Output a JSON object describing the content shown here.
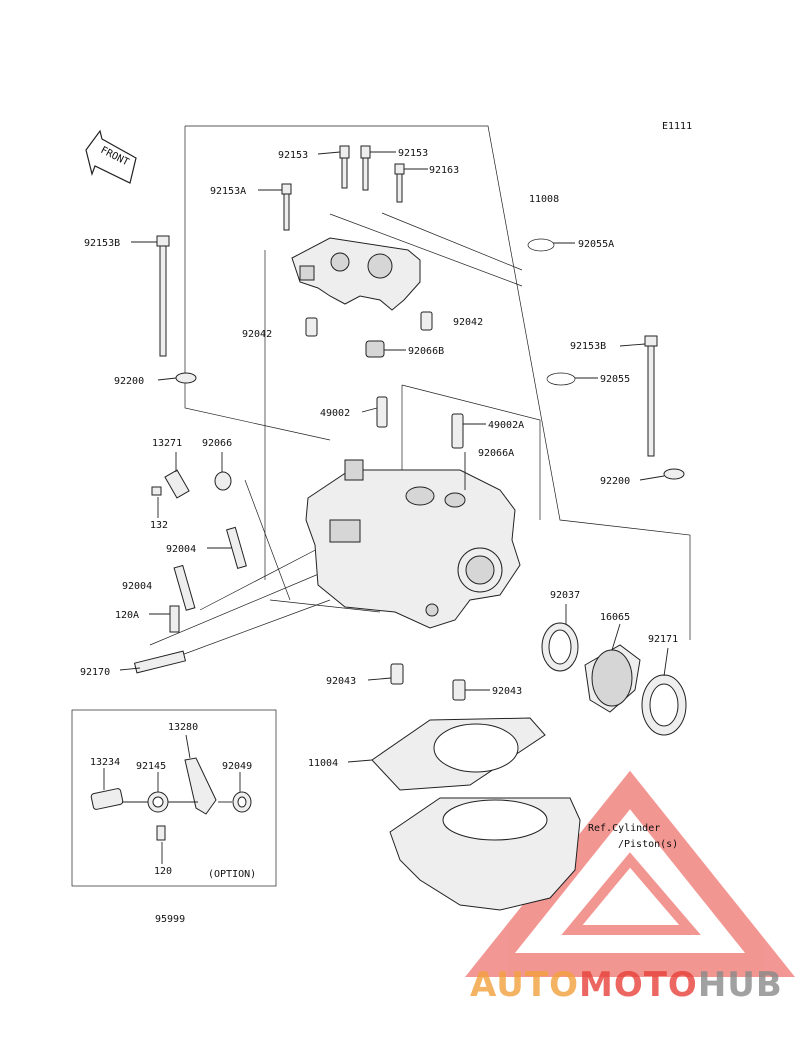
{
  "diagram": {
    "code": "E1111",
    "front_label": "FRONT",
    "option_label": "(OPTION)",
    "ref_line1": "Ref.Cylinder",
    "ref_line2": "/Piston(s)",
    "footer_code": "95999",
    "part_labels": {
      "p92153_l": "92153",
      "p92153_r": "92153",
      "p92153a": "92153A",
      "p92163": "92163",
      "p11008": "11008",
      "p92055a": "92055A",
      "p92153b_l": "92153B",
      "p92042_l": "92042",
      "p92042_r": "92042",
      "p92066b": "92066B",
      "p92153b_r": "92153B",
      "p92200_l": "92200",
      "p92055": "92055",
      "p49002": "49002",
      "p49002a": "49002A",
      "p13271": "13271",
      "p92066": "92066",
      "p92066a": "92066A",
      "p132": "132",
      "p92200_r": "92200",
      "p92004_a": "92004",
      "p92004_b": "92004",
      "p92037": "92037",
      "p16065": "16065",
      "p92171": "92171",
      "p120a": "120A",
      "p92170": "92170",
      "p92043_l": "92043",
      "p92043_r": "92043",
      "p13280": "13280",
      "p13234": "13234",
      "p92145": "92145",
      "p92049": "92049",
      "p11004": "11004",
      "p120": "120"
    }
  },
  "watermark": {
    "text_part1": "AUTO",
    "text_part2": "MOTO",
    "text_part3": "HUB",
    "color_red": "#e8423a",
    "color_orange": "#f2a03d",
    "color_grey": "#8a8a8a"
  }
}
